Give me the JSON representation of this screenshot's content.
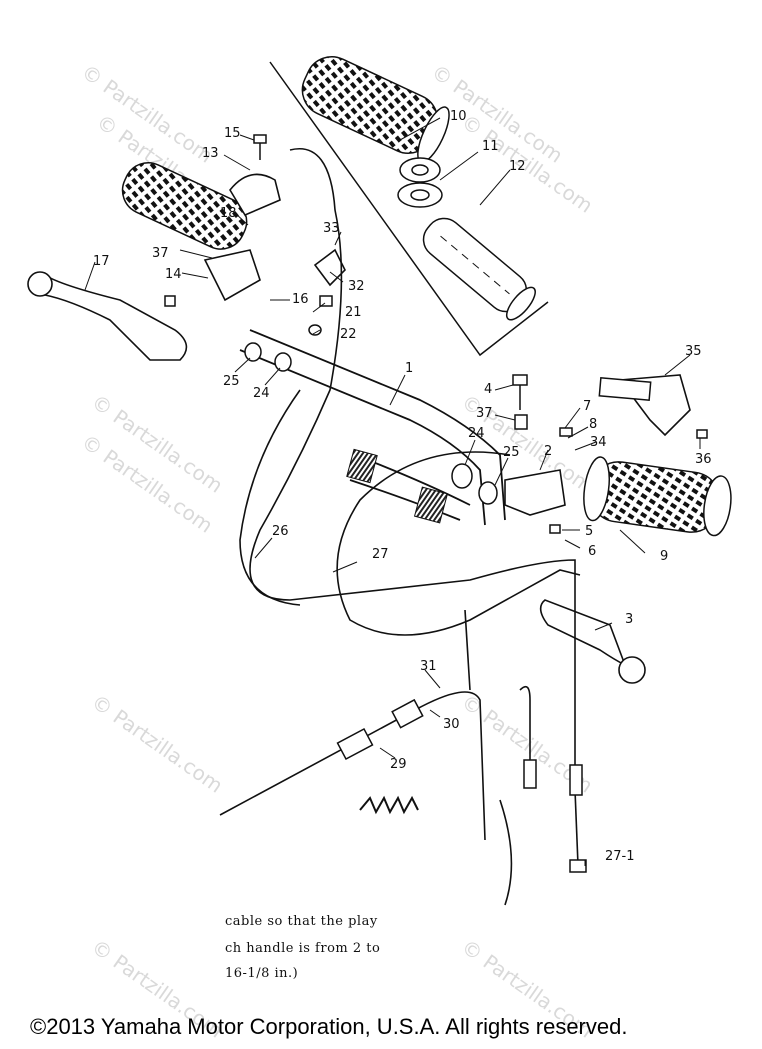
{
  "watermark": "© Partzilla.com",
  "callouts": [
    "1",
    "2",
    "3",
    "4",
    "5",
    "6",
    "7",
    "8",
    "9",
    "10",
    "11",
    "12",
    "13",
    "14",
    "15",
    "16",
    "17",
    "18",
    "21",
    "22",
    "24",
    "24",
    "25",
    "25",
    "26",
    "27",
    "27-1",
    "29",
    "30",
    "31",
    "32",
    "33",
    "34",
    "35",
    "36",
    "37",
    "37"
  ],
  "note_lines": [
    "cable so that the play",
    "ch handle is from 2 to",
    "16-1/8 in.)"
  ],
  "copyright": "©2013 Yamaha Motor Corporation, U.S.A. All rights reserved.",
  "icons": [
    "grip-icon",
    "lever-icon",
    "handlebar-icon",
    "cable-icon",
    "bolt-icon",
    "washer-icon"
  ]
}
